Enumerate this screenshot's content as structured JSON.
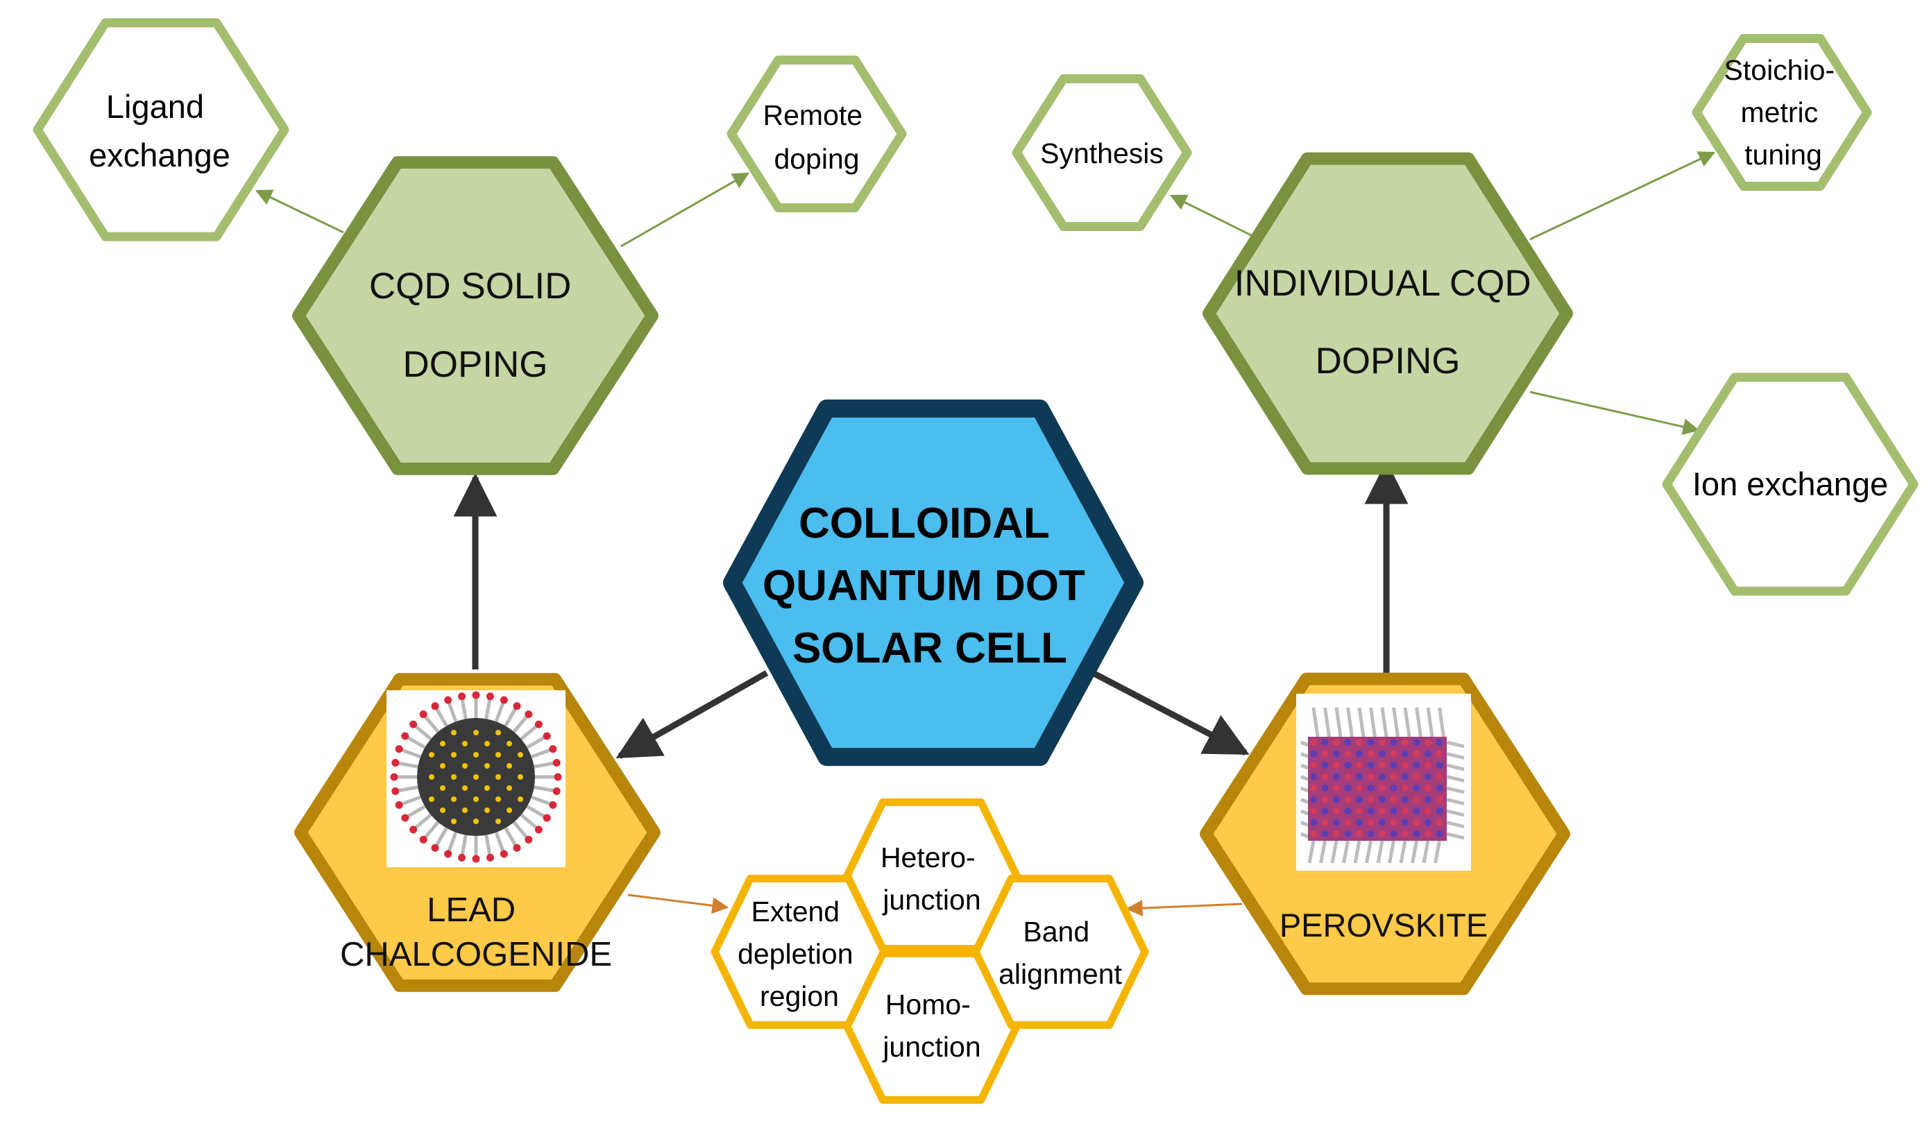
{
  "colors": {
    "center_fill": "#4BBDEE",
    "center_stroke": "#0E3A55",
    "green_fill": "#C5D5A4",
    "green_stroke": "#7A913F",
    "green_light_stroke": "#A3BE6E",
    "gold_fill": "#FFC94A",
    "gold_stroke": "#B8860B",
    "yellow_stroke": "#F5B400",
    "arrow_dark": "#333333",
    "arrow_green": "#7E9C49",
    "arrow_orange": "#D2802E"
  },
  "center": {
    "lines": [
      "COLLOIDAL",
      "QUANTUM DOT",
      "SOLAR CELL"
    ]
  },
  "cqd_solid": {
    "lines": [
      "CQD SOLID",
      "DOPING"
    ]
  },
  "individual": {
    "lines": [
      "INDIVIDUAL CQD",
      "DOPING"
    ]
  },
  "lead": {
    "lines": [
      "LEAD",
      "CHALCOGENIDE"
    ]
  },
  "perovskite": {
    "lines": [
      "PEROVSKITE"
    ]
  },
  "ligand": {
    "lines": [
      "Ligand",
      "exchange"
    ]
  },
  "remote": {
    "lines": [
      "Remote",
      "doping"
    ]
  },
  "synthesis": {
    "lines": [
      "Synthesis"
    ]
  },
  "stoich": {
    "lines": [
      "Stoichio-",
      "metric",
      "tuning"
    ]
  },
  "ion": {
    "lines": [
      "Ion exchange"
    ]
  },
  "extend": {
    "lines": [
      "Extend",
      "depletion",
      "region"
    ]
  },
  "hetero": {
    "lines": [
      "Hetero-",
      "junction"
    ]
  },
  "homo": {
    "lines": [
      "Homo-",
      "junction"
    ]
  },
  "band": {
    "lines": [
      "Band",
      "alignment"
    ]
  },
  "images": {
    "lead": "nanocrystal-with-ligands",
    "perovskite": "perovskite-cube-with-ligands"
  }
}
